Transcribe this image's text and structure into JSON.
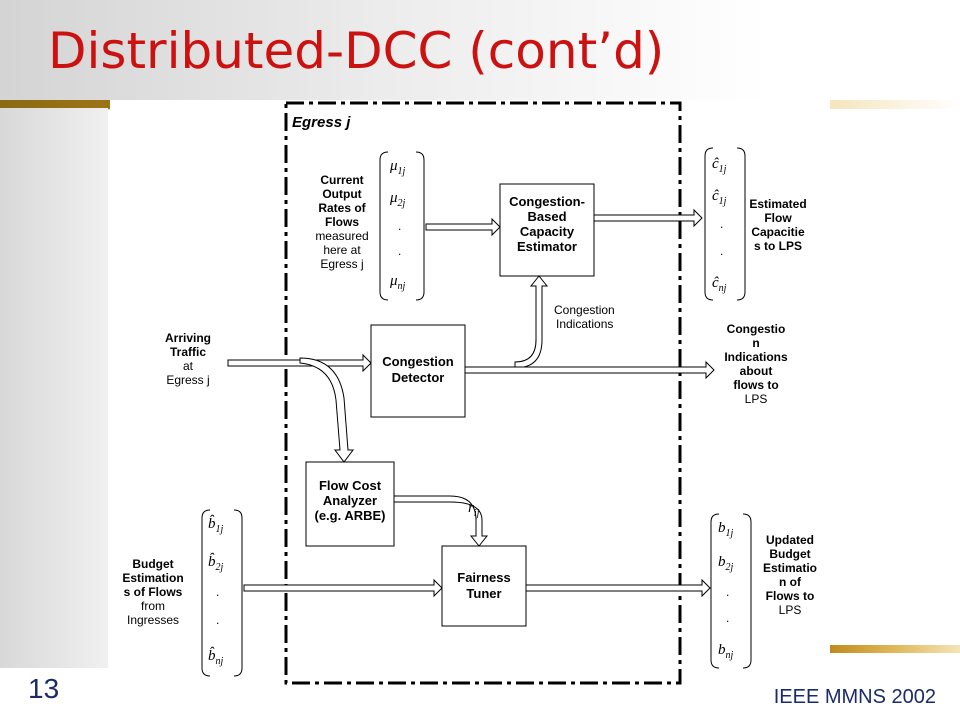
{
  "slide": {
    "title": "Distributed-DCC (cont’d)",
    "page_number": "13",
    "footer": "IEEE MMNS 2002"
  },
  "egress_label": "Egress j",
  "left_labels": {
    "output_rates": [
      "Current",
      "Output",
      "Rates of",
      "Flows",
      "measured",
      "here at",
      "Egress j"
    ],
    "arriving": [
      "Arriving",
      "Traffic",
      "at",
      "Egress j"
    ],
    "budget": [
      "Budget",
      "Estimation",
      "s of Flows",
      "from",
      "Ingresses"
    ]
  },
  "blocks": {
    "capacity_estimator": [
      "Congestion-",
      "Based",
      "Capacity",
      "Estimator"
    ],
    "congestion_detector": [
      "Congestion",
      "Detector"
    ],
    "flow_cost_analyzer": [
      "Flow Cost",
      "Analyzer",
      "(e.g. ARBE)"
    ],
    "fairness_tuner": [
      "Fairness",
      "Tuner"
    ]
  },
  "vectors": {
    "mu": {
      "letter": "μ",
      "subs": [
        "1j",
        "2j",
        "nj"
      ]
    },
    "c_hat": {
      "letter": "ĉ",
      "subs": [
        "1j",
        "1j",
        "nj"
      ]
    },
    "b_hat": {
      "letter": "b̂",
      "subs": [
        "1j",
        "2j",
        "nj"
      ]
    },
    "b": {
      "letter": "b",
      "subs": [
        "1j",
        "2j",
        "nj"
      ]
    },
    "dots": "."
  },
  "inner_labels": {
    "congestion_indications": [
      "Congestion",
      "Indications"
    ],
    "r": {
      "letter": "r",
      "sub": "ij"
    }
  },
  "right_labels": {
    "capacities": [
      "Estimated",
      "Flow",
      "Capacitie",
      "s  to LPS"
    ],
    "indications": [
      "Congestio",
      "n",
      "Indications",
      "about",
      "flows  to",
      "LPS"
    ],
    "budget": [
      "Updated",
      "Budget",
      "Estimatio",
      "n of",
      "Flows  to",
      "LPS"
    ]
  }
}
